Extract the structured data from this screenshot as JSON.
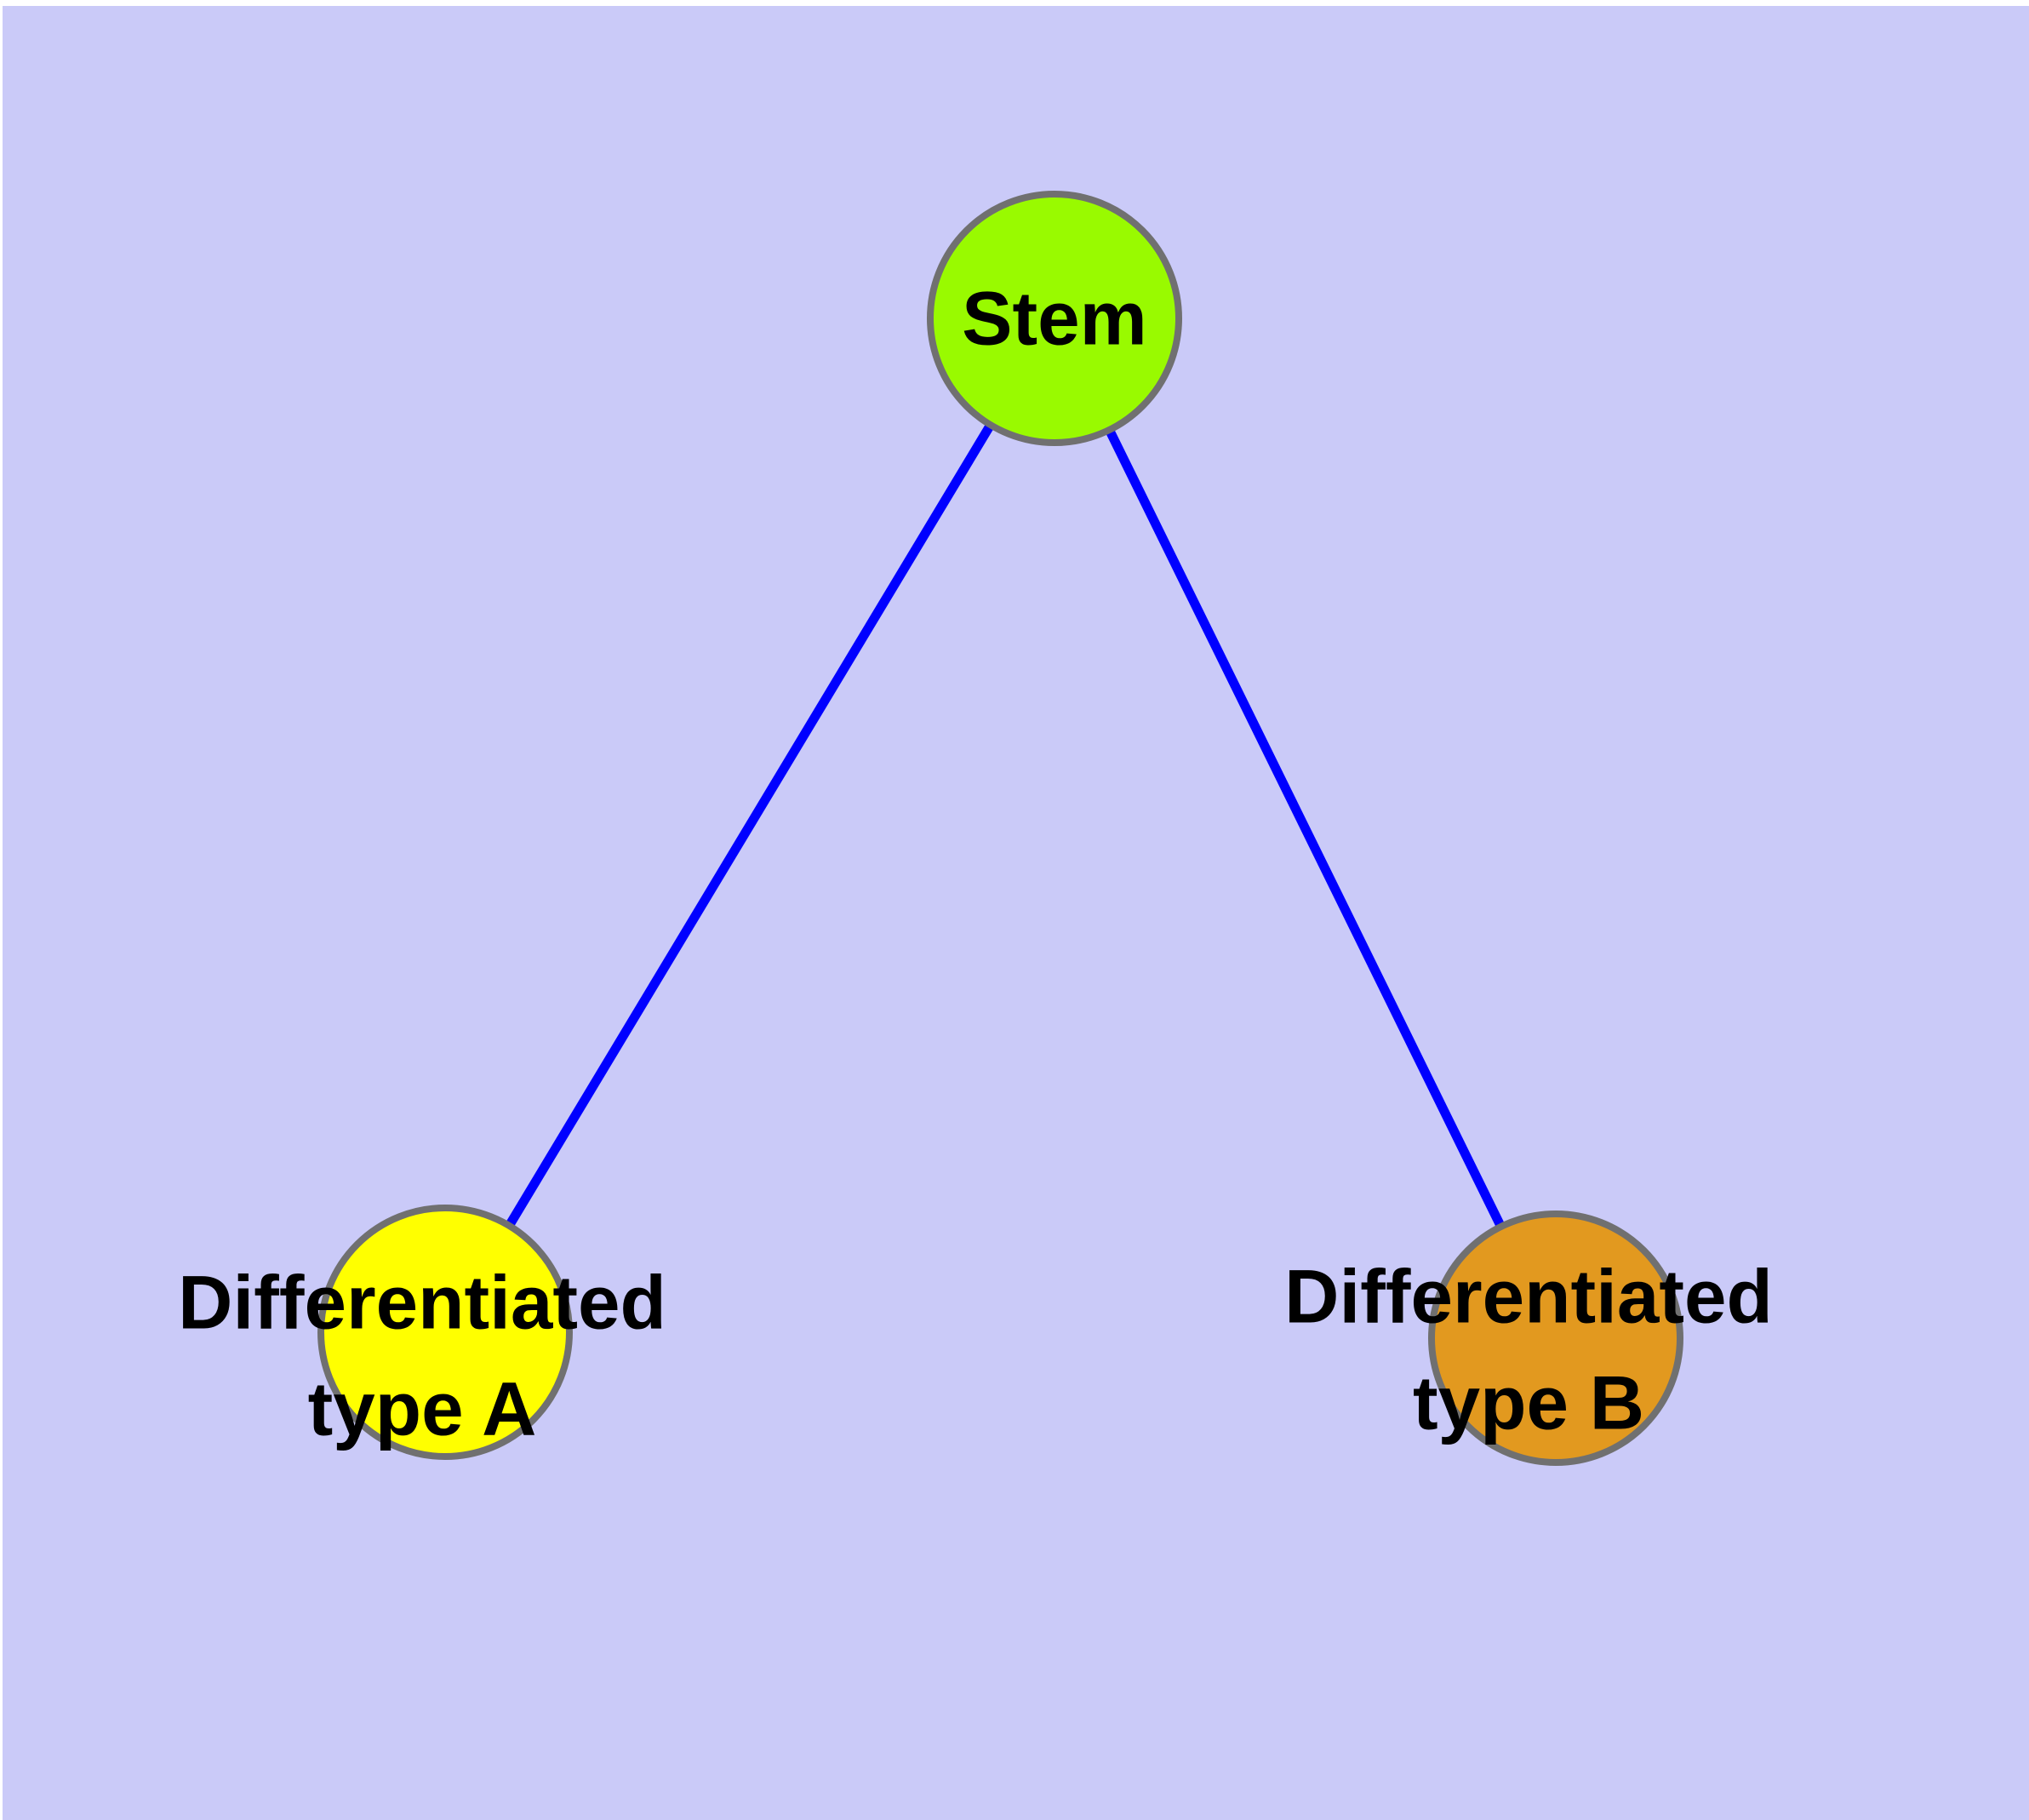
{
  "diagram": {
    "type": "graph",
    "description": "Cell differentiation tree: a stem node with two differentiated child types",
    "page_color": "#FFFFFF",
    "background_color": "#CACAF8",
    "edge_color": "#0000FF",
    "node_border_color": "#707070",
    "label_color": "#000000",
    "nodes": [
      {
        "id": "stem",
        "label": "Stem",
        "color": "#99FA00"
      },
      {
        "id": "type-a",
        "label": "Differentiated\ntype A",
        "color": "#FFFF00"
      },
      {
        "id": "type-b",
        "label": "Differentiated\ntype B",
        "color": "#E2991F"
      }
    ],
    "edges": [
      {
        "from": "stem",
        "to": "type-a"
      },
      {
        "from": "stem",
        "to": "type-b"
      }
    ]
  }
}
